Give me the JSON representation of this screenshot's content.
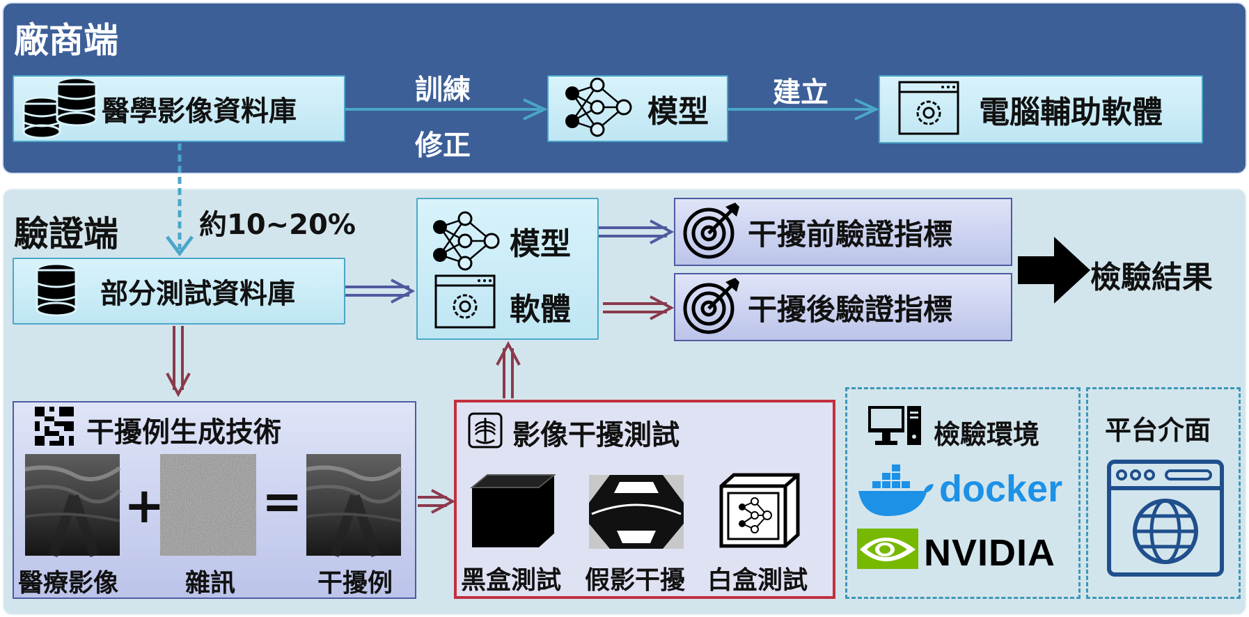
{
  "vendor": {
    "title": "廠商端",
    "database_label": "醫學影像資料庫",
    "arrow_top_label": "訓練",
    "arrow_bottom_label": "修正",
    "model_label": "模型",
    "build_label": "建立",
    "cad_label": "電腦輔助軟體"
  },
  "validator": {
    "title": "驗證端",
    "ratio_label": "約10~20%",
    "partial_db_label": "部分測試資料庫",
    "model_label": "模型",
    "software_label": "軟體",
    "before_metric": "干擾前驗證指標",
    "after_metric": "干擾後驗證指標",
    "result_label": "檢驗結果"
  },
  "adversarial": {
    "title": "干擾例生成技術",
    "medical_image": "醫療影像",
    "noise": "雜訊",
    "adversarial_example": "干擾例",
    "plus": "+",
    "equals": "="
  },
  "image_test": {
    "title": "影像干擾測試",
    "black_box": "黑盒測試",
    "fake_shadow": "假影干擾",
    "white_box": "白盒測試"
  },
  "environment": {
    "title": "檢驗環境",
    "docker": "docker",
    "nvidia": "NVIDIA"
  },
  "platform": {
    "title": "平台介面"
  },
  "colors": {
    "vendor_bg": "#3c5f98",
    "validator_bg": "#d3e5ec",
    "teal_arrow": "#4aa7c8",
    "navy_arrow": "#4f5aa0",
    "maroon_arrow": "#8b3a4d",
    "red_border": "#c3303f"
  }
}
